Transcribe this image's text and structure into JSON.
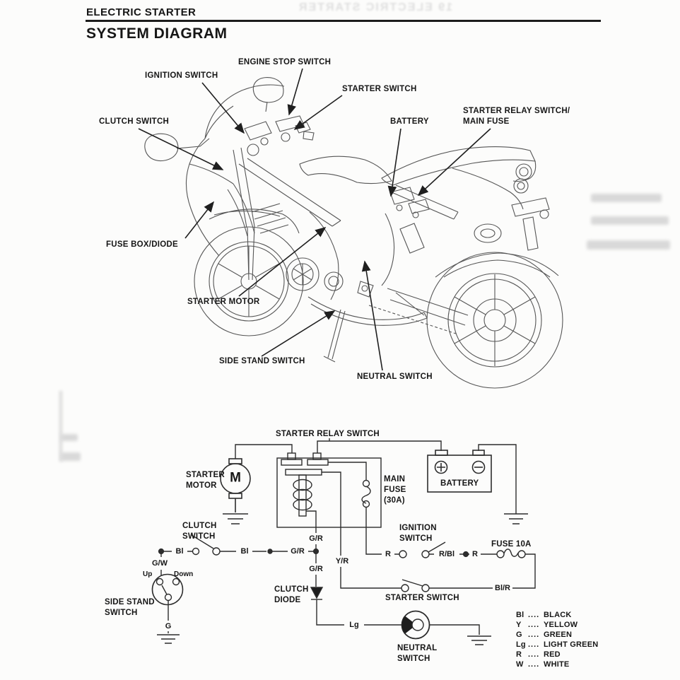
{
  "page": {
    "header": "ELECTRIC STARTER",
    "title": "SYSTEM DIAGRAM",
    "ghost_text": "19 ELECTRIC STARTER"
  },
  "illustration": {
    "labels": {
      "engine_stop_switch": "ENGINE STOP SWITCH",
      "ignition_switch": "IGNITION SWITCH",
      "starter_switch": "STARTER SWITCH",
      "clutch_switch": "CLUTCH SWITCH",
      "battery": "BATTERY",
      "starter_relay_line1": "STARTER RELAY SWITCH/",
      "starter_relay_line2": "MAIN FUSE",
      "fuse_box_diode": "FUSE BOX/DIODE",
      "starter_motor": "STARTER MOTOR",
      "side_stand_switch": "SIDE STAND SWITCH",
      "neutral_switch": "NEUTRAL SWITCH"
    }
  },
  "circuit": {
    "labels": {
      "starter_relay_switch": "STARTER RELAY SWITCH",
      "starter_motor_1": "STARTER",
      "starter_motor_2": "MOTOR",
      "motor_symbol": "M",
      "main_fuse_1": "MAIN",
      "main_fuse_2": "FUSE",
      "main_fuse_3": "(30A)",
      "battery": "BATTERY",
      "clutch_switch_1": "CLUTCH",
      "clutch_switch_2": "SWITCH",
      "ignition_switch_1": "IGNITION",
      "ignition_switch_2": "SWITCH",
      "fuse_10a": "FUSE 10A",
      "clutch_diode_1": "CLUTCH",
      "clutch_diode_2": "DIODE",
      "starter_switch": "STARTER SWITCH",
      "side_stand_1": "SIDE STAND",
      "side_stand_2": "SWITCH",
      "neutral_switch_1": "NEUTRAL",
      "neutral_switch_2": "SWITCH",
      "up": "Up",
      "down": "Down"
    },
    "wires": {
      "bl": "Bl",
      "gw": "G/W",
      "gr": "G/R",
      "yr": "Y/R",
      "r": "R",
      "rbl": "R/Bl",
      "blr": "Bl/R",
      "lg": "Lg",
      "g": "G"
    }
  },
  "legend": {
    "dots": "....",
    "rows": [
      {
        "code": "Bl",
        "name": "BLACK"
      },
      {
        "code": "Y",
        "name": "YELLOW"
      },
      {
        "code": "G",
        "name": "GREEN"
      },
      {
        "code": "Lg",
        "name": "LIGHT GREEN"
      },
      {
        "code": "R",
        "name": "RED"
      },
      {
        "code": "W",
        "name": "WHITE"
      }
    ]
  }
}
